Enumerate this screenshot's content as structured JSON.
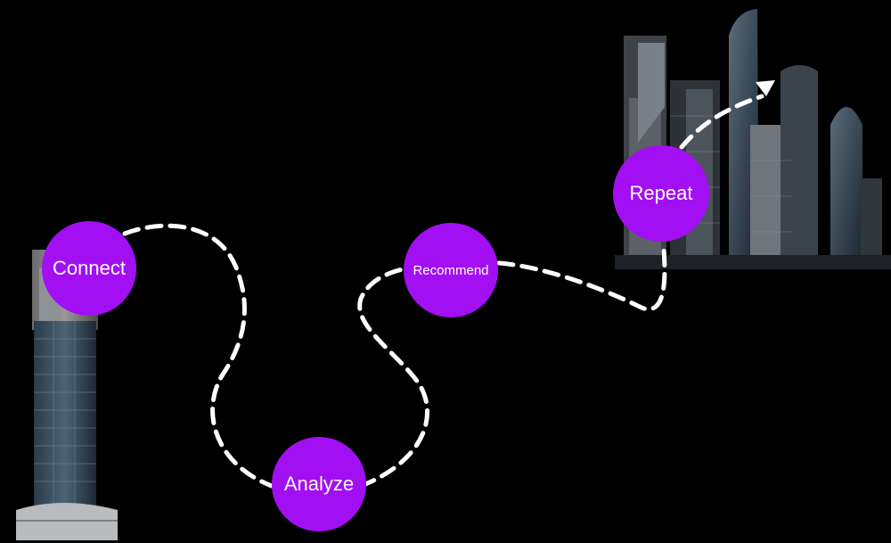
{
  "colors": {
    "background": "#000000",
    "node_fill": "#a20ff2",
    "node_text": "#ffffff",
    "path_stroke": "#ffffff"
  },
  "steps": [
    {
      "label": "Connect"
    },
    {
      "label": "Analyze"
    },
    {
      "label": "Recommend"
    },
    {
      "label": "Repeat"
    }
  ],
  "decorations": {
    "left_building": "skyscraper-illustration",
    "right_skyline": "city-skyline-illustration",
    "path_end": "arrowhead-icon"
  }
}
